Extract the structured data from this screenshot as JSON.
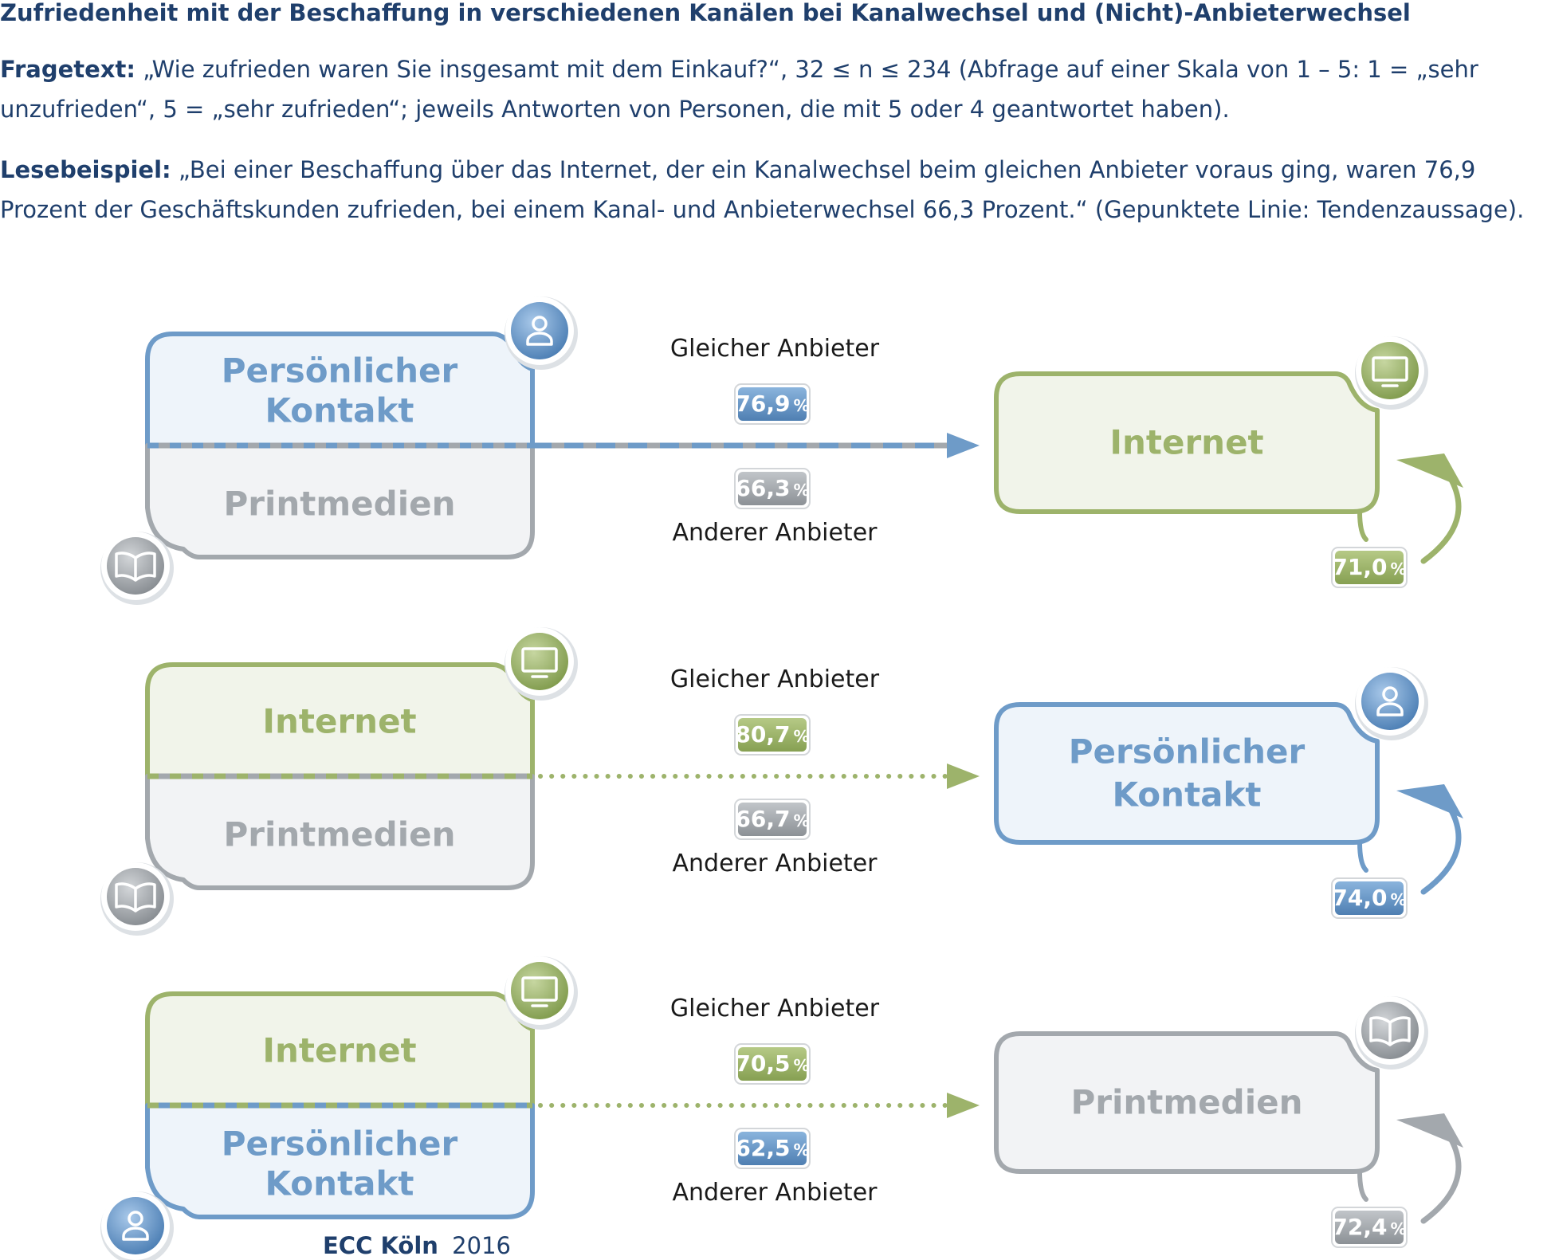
{
  "title": "Zufriedenheit mit der Beschaffung in verschiedenen Kanälen bei Kanalwechsel und (Nicht)-Anbieterwechsel",
  "fragetext": {
    "label": "Fragetext:",
    "text": "„Wie zufrieden waren Sie insgesamt mit dem Einkauf?“, 32 ≤ n ≤ 234 (Abfrage auf einer Skala von 1 – 5: 1 = „sehr unzufrieden“, 5 = „sehr zufrieden“; jeweils Antworten von Personen, die mit 5 oder 4 geantwortet haben)."
  },
  "lesebeispiel": {
    "label": "Lesebeispiel:",
    "text": "„Bei einer Beschaffung über das Internet, der ein Kanalwechsel beim gleichen Anbieter voraus ging, waren 76,9 Prozent der Geschäftskunden zufrieden, bei einem Kanal- und Anbieterwechsel 66,3 Prozent.“ (Gepunktete Linie: Tendenzaussage)."
  },
  "colors": {
    "text_dark": "#1f3f6c",
    "persoenlich": "#6e9bc8",
    "persoenlich_fill": "#eef4fa",
    "internet": "#9db36b",
    "internet_fill": "#f1f4ea",
    "print": "#a3a8ad",
    "print_fill": "#f2f3f5"
  },
  "labels": {
    "same_provider": "Gleicher Anbieter",
    "other_provider": "Anderer Anbieter"
  },
  "rows": [
    {
      "sources": [
        {
          "label": "Persönlicher Kontakt",
          "channel": "persoenlich"
        },
        {
          "label": "Printmedien",
          "channel": "print"
        }
      ],
      "target": {
        "label": "Internet",
        "channel": "internet"
      },
      "line_style": "dashed",
      "same_provider_value": "76,9",
      "other_provider_value": "66,3",
      "loop_value": "71,0"
    },
    {
      "sources": [
        {
          "label": "Internet",
          "channel": "internet"
        },
        {
          "label": "Printmedien",
          "channel": "print"
        }
      ],
      "target": {
        "label": "Persönlicher Kontakt",
        "channel": "persoenlich"
      },
      "line_style": "dotted",
      "same_provider_value": "80,7",
      "other_provider_value": "66,7",
      "loop_value": "74,0"
    },
    {
      "sources": [
        {
          "label": "Internet",
          "channel": "internet"
        },
        {
          "label": "Persönlicher Kontakt",
          "channel": "persoenlich"
        }
      ],
      "target": {
        "label": "Printmedien",
        "channel": "print"
      },
      "line_style": "dotted",
      "same_provider_value": "70,5",
      "other_provider_value": "62,5",
      "loop_value": "72,4"
    }
  ],
  "percent_sign": "%",
  "footer": {
    "brand": "ECC Köln",
    "year": "2016"
  }
}
